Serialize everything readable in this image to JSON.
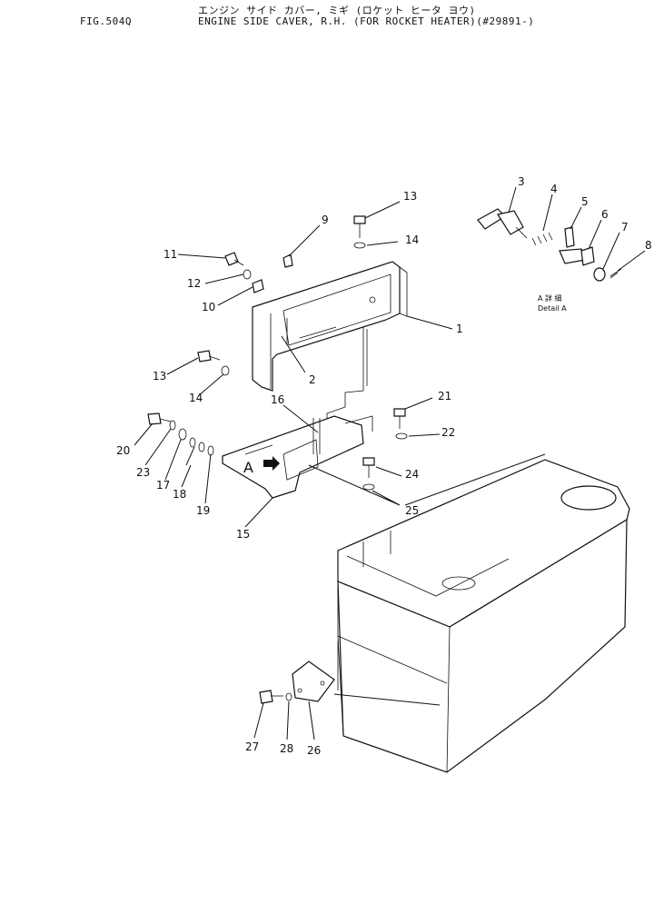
{
  "header": {
    "fig_label": "FIG.504Q",
    "title_jp": "エンジン サイド カバー, ミギ (ロケット ヒータ ヨウ)",
    "title_en": "ENGINE SIDE CAVER, R.H. (FOR ROCKET HEATER)(#29891-)"
  },
  "detail": {
    "jp_label": "A 詳 細",
    "en_label": "Detail A",
    "view_letter": "A"
  },
  "callouts": [
    "1",
    "2",
    "3",
    "4",
    "5",
    "6",
    "7",
    "8",
    "9",
    "10",
    "11",
    "12",
    "13",
    "13",
    "14",
    "14",
    "15",
    "16",
    "17",
    "18",
    "19",
    "20",
    "21",
    "22",
    "23",
    "24",
    "25",
    "26",
    "27",
    "28"
  ]
}
